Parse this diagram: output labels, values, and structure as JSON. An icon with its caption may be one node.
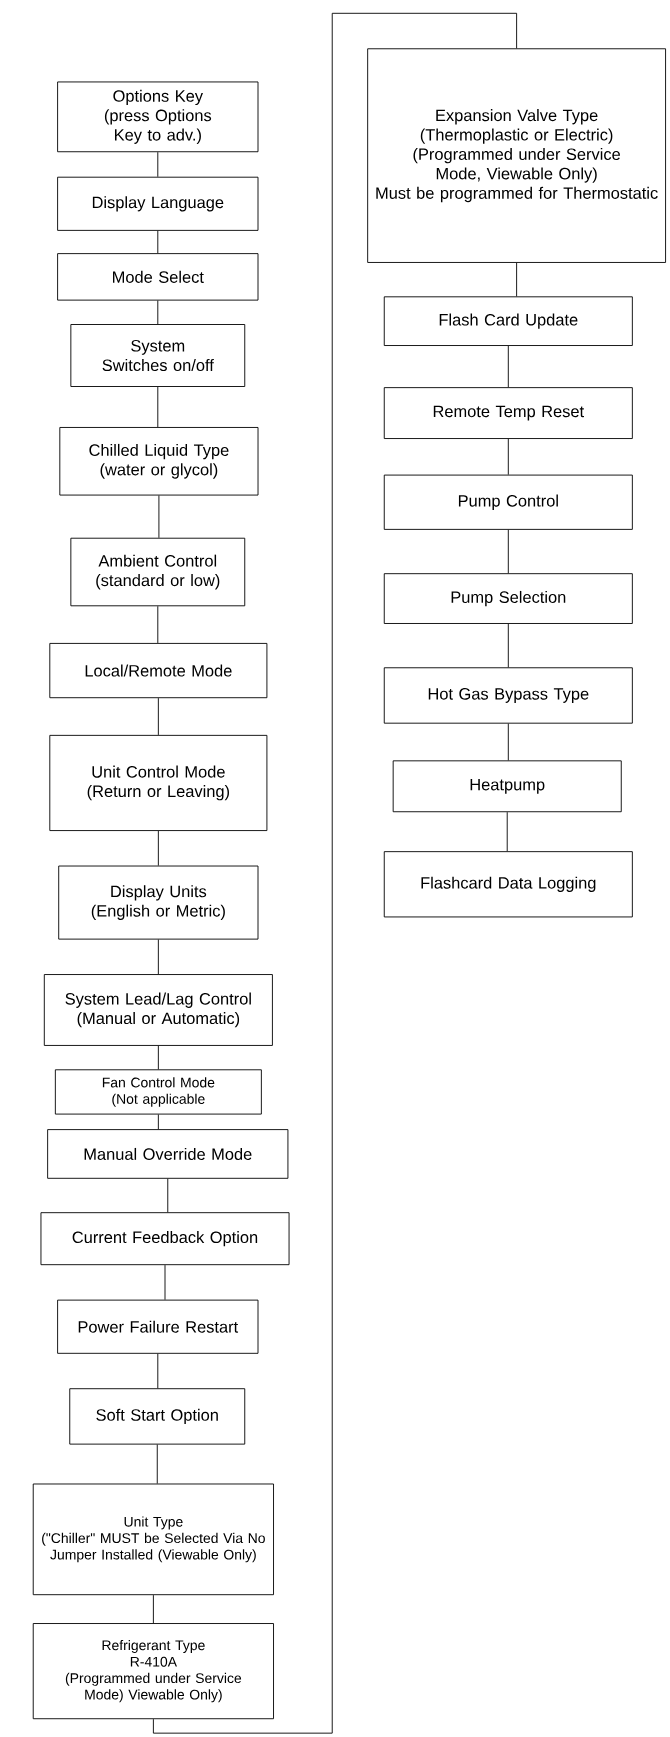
{
  "diagram": {
    "nodes": [
      {
        "text": [
          "Options Key",
          "(press Options Key to adv.)"
        ]
      },
      {
        "text": [
          "Display Language"
        ]
      },
      {
        "text": [
          "Mode Select"
        ]
      },
      {
        "text": [
          "System Switches on/off"
        ]
      },
      {
        "text": [
          "Chilled Liquid Type",
          "(water or glycol)"
        ]
      },
      {
        "text": [
          "Ambient Control",
          "(standard or low)"
        ]
      },
      {
        "text": [
          "Local/Remote Mode"
        ]
      },
      {
        "text": [
          "Unit Control Mode",
          "(Return or Leaving)"
        ]
      },
      {
        "text": [
          "Display Units",
          "(English or Metric)"
        ]
      },
      {
        "text": [
          "System Lead/Lag Control",
          "(Manual or Automatic)"
        ]
      },
      {
        "text": [
          "Fan Control Mode",
          "(Not applicable"
        ]
      },
      {
        "text": [
          "Manual Override Mode"
        ]
      },
      {
        "text": [
          "Current Feedback Option"
        ]
      },
      {
        "text": [
          "Power Failure Restart"
        ]
      },
      {
        "text": [
          "Soft Start Option"
        ]
      },
      {
        "text": [
          "Unit Type",
          "(\"Chiller\" MUST be Selected Via No Jumper Installed (Viewable Only)"
        ]
      },
      {
        "text": [
          "Refrigerant Type",
          "R-410A",
          "(Programmed under Service Mode) Viewable Only)"
        ]
      },
      {
        "text": [
          "Expansion Valve Type",
          "(Thermoplastic or Electric)",
          "(Programmed under Service Mode, Viewable Only)",
          "Must be programmed for Thermostatic"
        ]
      },
      {
        "text": [
          "Flash Card Update"
        ]
      },
      {
        "text": [
          "Remote Temp Reset"
        ]
      },
      {
        "text": [
          "Pump Control"
        ]
      },
      {
        "text": [
          "Pump Selection"
        ]
      },
      {
        "text": [
          "Hot Gas Bypass Type"
        ]
      },
      {
        "text": [
          "Heatpump"
        ]
      },
      {
        "text": [
          "Flashcard Data Logging"
        ]
      }
    ],
    "edges": [
      {
        "from": 0,
        "to": 1,
        "arrow": "none"
      },
      {
        "from": 1,
        "to": 2,
        "arrow": "none"
      },
      {
        "from": 2,
        "to": 3,
        "arrow": "none"
      },
      {
        "from": 3,
        "to": 4,
        "arrow": "none"
      },
      {
        "from": 4,
        "to": 5,
        "arrow": "none"
      },
      {
        "from": 5,
        "to": 6,
        "arrow": "none"
      },
      {
        "from": 6,
        "to": 7,
        "arrow": "none"
      },
      {
        "from": 7,
        "to": 8,
        "arrow": "none"
      },
      {
        "from": 8,
        "to": 9,
        "arrow": "none"
      },
      {
        "from": 9,
        "to": 10,
        "arrow": "none"
      },
      {
        "from": 10,
        "to": 11,
        "arrow": "none"
      },
      {
        "from": 11,
        "to": 12,
        "arrow": "none"
      },
      {
        "from": 12,
        "to": 13,
        "arrow": "none"
      },
      {
        "from": 13,
        "to": 14,
        "arrow": "none"
      },
      {
        "from": 14,
        "to": 15,
        "arrow": "none"
      },
      {
        "from": 15,
        "to": 16,
        "arrow": "none"
      },
      {
        "from": 16,
        "to": 17,
        "arrow": "none"
      },
      {
        "from": 17,
        "to": 18,
        "arrow": "none"
      },
      {
        "from": 18,
        "to": 19,
        "arrow": "none"
      },
      {
        "from": 19,
        "to": 20,
        "arrow": "none"
      },
      {
        "from": 20,
        "to": 21,
        "arrow": "none"
      },
      {
        "from": 21,
        "to": 22,
        "arrow": "none"
      },
      {
        "from": 22,
        "to": 23,
        "arrow": "none"
      },
      {
        "from": 23,
        "to": 24,
        "arrow": "none"
      }
    ]
  }
}
